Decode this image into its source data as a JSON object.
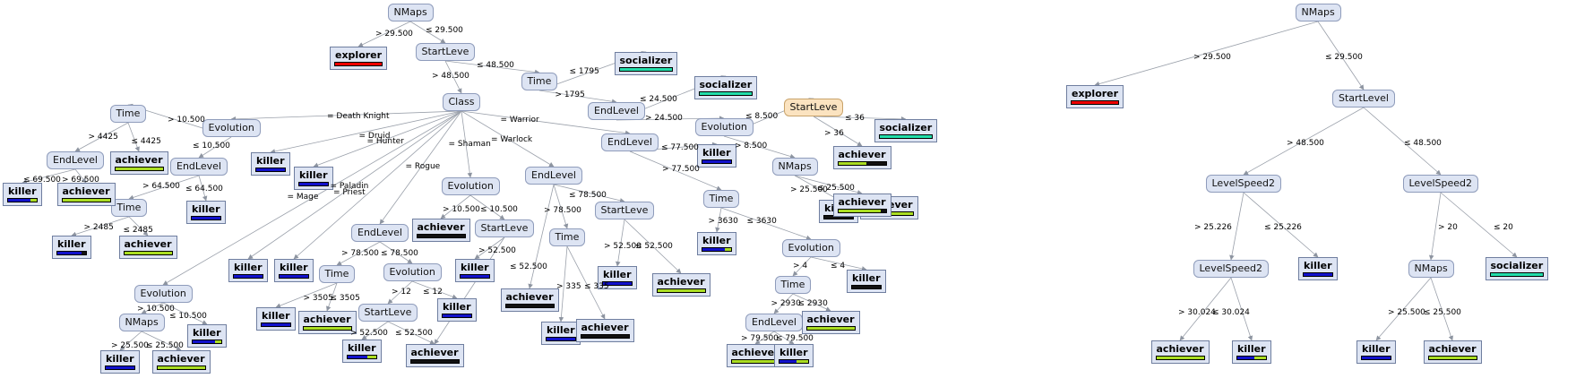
{
  "colors": {
    "explorer": "#ee0000",
    "socializer": "#22ddaa",
    "killer": "#1111cc",
    "achiever": "#aadd22",
    "dark": "#111111",
    "edge": "#9aa0aa"
  },
  "nodes": {
    "n_root": "NMaps",
    "n_start": "StartLeve",
    "n_time1": "Time",
    "n_class": "Class",
    "n_el1": "EndLevel",
    "n_el2": "EndLevel",
    "n_evo1": "Evolution",
    "n_sl2": "StartLeve",
    "n_nm2": "NMaps",
    "n_time3": "Time",
    "n_evo2": "Evolution",
    "n_time4": "Time",
    "n_el4": "EndLevel",
    "n_timel": "Time",
    "n_evol": "Evolution",
    "n_ell": "EndLevel",
    "n_el2l": "EndLevel",
    "n_timel2": "Time",
    "n_evo_h": "Evolution",
    "n_nm_h": "NMaps",
    "n_evo_s": "Evolution",
    "n_sl_s": "StartLeve",
    "n_el_r": "EndLevel",
    "n_time_r": "Time",
    "n_evo_r": "Evolution",
    "n_sl_r": "StartLeve",
    "n_el_w": "EndLevel",
    "n_time_w": "Time",
    "n_sl_w": "StartLeve",
    "r_root": "NMaps",
    "r_sl": "StartLevel",
    "r_ls1": "LevelSpeed2",
    "r_ls2": "LevelSpeed2",
    "r_ls3": "LevelSpeed2",
    "r_nm": "NMaps"
  },
  "leaves": {
    "l_explorer": {
      "label": "explorer",
      "dist": {
        "explorer": 1.0
      }
    },
    "l_soc1": {
      "label": "socializer",
      "dist": {
        "socializer": 1.0
      }
    },
    "l_soc2": {
      "label": "socializer",
      "dist": {
        "socializer": 1.0
      }
    },
    "l_soc3": {
      "label": "socializer",
      "dist": {
        "socializer": 1.0
      }
    },
    "l_k_el1": {
      "label": "killer",
      "dist": {
        "killer": 1.0
      }
    },
    "l_ach_t3": {
      "label": "achiever",
      "dist": {
        "achiever": 0.6,
        "dark": 0.4
      }
    },
    "l_ach_sl2": {
      "label": "achiever",
      "dist": {
        "achiever": 1.0
      }
    },
    "l_k_nm2": {
      "label": "killer",
      "dist": {
        "dark": 1.0
      }
    },
    "l_ach_nm2": {
      "label": "achiever",
      "dist": {
        "achiever": 0.9,
        "dark": 0.1
      }
    },
    "l_k_t3": {
      "label": "killer",
      "dist": {
        "killer": 1.0
      }
    },
    "l_k_evo2": {
      "label": "killer",
      "dist": {
        "dark": 1.0
      }
    },
    "l_ach_t4": {
      "label": "achiever",
      "dist": {
        "achiever": 1.0
      }
    },
    "l_ach_el4": {
      "label": "achiever",
      "dist": {
        "achiever": 1.0
      }
    },
    "l_k_el4": {
      "label": "killer",
      "dist": {
        "killer": 0.6,
        "achiever": 0.4
      }
    },
    "l_ach_tl": {
      "label": "achiever",
      "dist": {
        "achiever": 1.0
      }
    },
    "l_ach_ell": {
      "label": "achiever",
      "dist": {
        "achiever": 1.0
      }
    },
    "l_k_ell": {
      "label": "killer",
      "dist": {
        "killer": 0.8,
        "achiever": 0.2
      }
    },
    "l_k_evol": {
      "label": "killer",
      "dist": {
        "killer": 1.0
      }
    },
    "l_k_tl2": {
      "label": "killer",
      "dist": {
        "killer": 0.85,
        "dark": 0.15
      }
    },
    "l_ach_tl2": {
      "label": "achiever",
      "dist": {
        "achiever": 1.0
      }
    },
    "l_k_dk": {
      "label": "killer",
      "dist": {
        "killer": 1.0
      }
    },
    "l_k_druid": {
      "label": "killer",
      "dist": {
        "killer": 1.0
      }
    },
    "l_k_hunter1": {
      "label": "killer",
      "dist": {
        "killer": 1.0
      }
    },
    "l_k_hunter2": {
      "label": "killer",
      "dist": {
        "killer": 1.0
      }
    },
    "l_k_nmh": {
      "label": "killer",
      "dist": {
        "killer": 1.0
      }
    },
    "l_ach_nmh": {
      "label": "achiever",
      "dist": {
        "achiever": 1.0
      }
    },
    "l_k_evoh": {
      "label": "killer",
      "dist": {
        "killer": 0.8,
        "achiever": 0.2
      }
    },
    "l_ach_evos": {
      "label": "achiever",
      "dist": {
        "dark": 1.0
      }
    },
    "l_k_sls": {
      "label": "killer",
      "dist": {
        "killer": 1.0
      }
    },
    "l_k_r1": {
      "label": "killer",
      "dist": {
        "killer": 1.0
      }
    },
    "l_ach_r1": {
      "label": "achiever",
      "dist": {
        "achiever": 1.0
      }
    },
    "l_k_evor": {
      "label": "killer",
      "dist": {
        "killer": 1.0
      }
    },
    "l_k_slr": {
      "label": "killer",
      "dist": {
        "killer": 0.7,
        "achiever": 0.3
      }
    },
    "l_ach_slr": {
      "label": "achiever",
      "dist": {
        "dark": 1.0
      }
    },
    "l_ach_w": {
      "label": "achiever",
      "dist": {
        "dark": 1.0
      }
    },
    "l_k_w": {
      "label": "killer",
      "dist": {
        "killer": 1.0
      }
    },
    "l_ach_w2": {
      "label": "achiever",
      "dist": {
        "dark": 1.0
      }
    },
    "l_k_w2": {
      "label": "killer",
      "dist": {
        "killer": 1.0
      }
    },
    "l_ach_w3": {
      "label": "achiever",
      "dist": {
        "achiever": 1.0
      }
    },
    "l_k_w3": {
      "label": "killer",
      "dist": {
        "killer": 0.8,
        "achiever": 0.2
      }
    },
    "r_explorer": {
      "label": "explorer",
      "dist": {
        "explorer": 1.0
      }
    },
    "r_k1": {
      "label": "killer",
      "dist": {
        "killer": 1.0
      }
    },
    "r_soc": {
      "label": "socializer",
      "dist": {
        "socializer": 1.0
      }
    },
    "r_ach1": {
      "label": "achiever",
      "dist": {
        "achiever": 1.0
      }
    },
    "r_k2": {
      "label": "killer",
      "dist": {
        "killer": 0.6,
        "achiever": 0.4
      }
    },
    "r_k3": {
      "label": "killer",
      "dist": {
        "killer": 1.0
      }
    },
    "r_ach2": {
      "label": "achiever",
      "dist": {
        "achiever": 1.0
      }
    }
  },
  "edge_labels": {
    "e1": "> 29.500",
    "e2": "≤ 29.500",
    "e3": "≤ 48.500",
    "e4": "> 48.500",
    "e5": "≤ 1795",
    "e6": "> 1795",
    "e7": "≤ 24.500",
    "e8": "> 24.500",
    "e9": "≤ 8.500",
    "e10": "> 8.500",
    "e11": "> 36",
    "e12": "≤ 36",
    "e13": "> 25.500",
    "e14": "≤ 25.500",
    "e15": "≤ 77.500",
    "e16": "> 77.500",
    "e17": "> 3630",
    "e18": "≤ 3630",
    "e19": "> 4",
    "e20": "≤ 4",
    "e21": "> 2930",
    "e22": "≤ 2930",
    "e23": "> 79.500",
    "e24": "≤ 79.500",
    "e25": "= Death Knight",
    "e26": "= Druid",
    "e27": "= Hunter",
    "e28": "= Warrior",
    "e29": "= Warlock",
    "e30": "= Shaman",
    "e31": "= Rogue",
    "e32": "= Paladin",
    "e33": "= Priest",
    "e34": "= Mage",
    "e35": "> 10.500",
    "e36": "≤ 10.500",
    "e37": "> 4425",
    "e38": "≤ 4425",
    "e39": "≤ 69.500",
    "e40": "> 69.500",
    "e41": "> 64.500",
    "e42": "≤ 64.500",
    "e43": "> 2485",
    "e44": "≤ 2485",
    "e45": "> 10.500",
    "e46": "≤ 10.500",
    "e47": "> 25.500",
    "e48": "≤ 25.500",
    "e49": "> 10.500",
    "e50": "≤ 10.500",
    "e51": "> 52.500",
    "e52": "≤ 52.500",
    "e53": "> 78.500",
    "e54": "≤ 78.500",
    "e55": "> 3505",
    "e56": "≤ 3505",
    "e57": "> 12",
    "e58": "≤ 12",
    "e59": "> 52.500",
    "e60": "≤ 52.500",
    "e61": "≤ 78.500",
    "e62": "> 78.500",
    "e63": "> 52.500",
    "e64": "≤ 52.500",
    "e65": "> 335",
    "e66": "≤ 335",
    "r1": "> 29.500",
    "r2": "≤ 29.500",
    "r3": "> 48.500",
    "r4": "≤ 48.500",
    "r5": "> 25.226",
    "r6": "≤ 25.226",
    "r7": "> 20",
    "r8": "≤ 20",
    "r9": "> 30.024",
    "r10": "≤ 30.024",
    "r11": "> 25.500",
    "r12": "≤ 25.500"
  }
}
